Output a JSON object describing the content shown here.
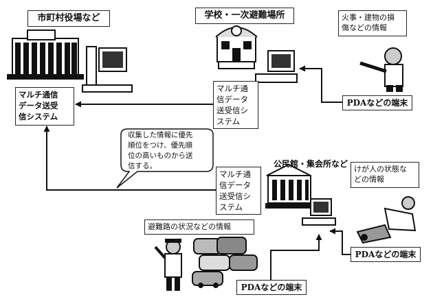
{
  "nodes": {
    "city_hall": {
      "title": "市町村役場など",
      "system_label": [
        "マルチ通信",
        "データ送受",
        "信システム"
      ]
    },
    "school": {
      "title": "学校・一次避難場所",
      "system_label": [
        "マルチ通",
        "信データ",
        "送受信シ",
        "ステム"
      ]
    },
    "community_center": {
      "title": "公民館・集会所など",
      "system_label": [
        "マルチ通",
        "信データ",
        "送受信シ",
        "ステム"
      ]
    }
  },
  "info_labels": {
    "fire_damage": [
      "火事・建物の損",
      "傷などの情報"
    ],
    "injured": [
      "けが人の状態な",
      "どの情報"
    ],
    "evacuation_route": "避難路の状況などの情報"
  },
  "terminals": {
    "pda_top": {
      "latin": "PDA",
      "rest": "などの端末"
    },
    "pda_right": {
      "latin": "PDA",
      "rest": "などの端末"
    },
    "pda_bottom": {
      "latin": "PDA",
      "rest": "などの端末"
    }
  },
  "callout": [
    "収集した情報に優先",
    "順位をつけ、優先順",
    "位の高いものから送",
    "信する。"
  ]
}
